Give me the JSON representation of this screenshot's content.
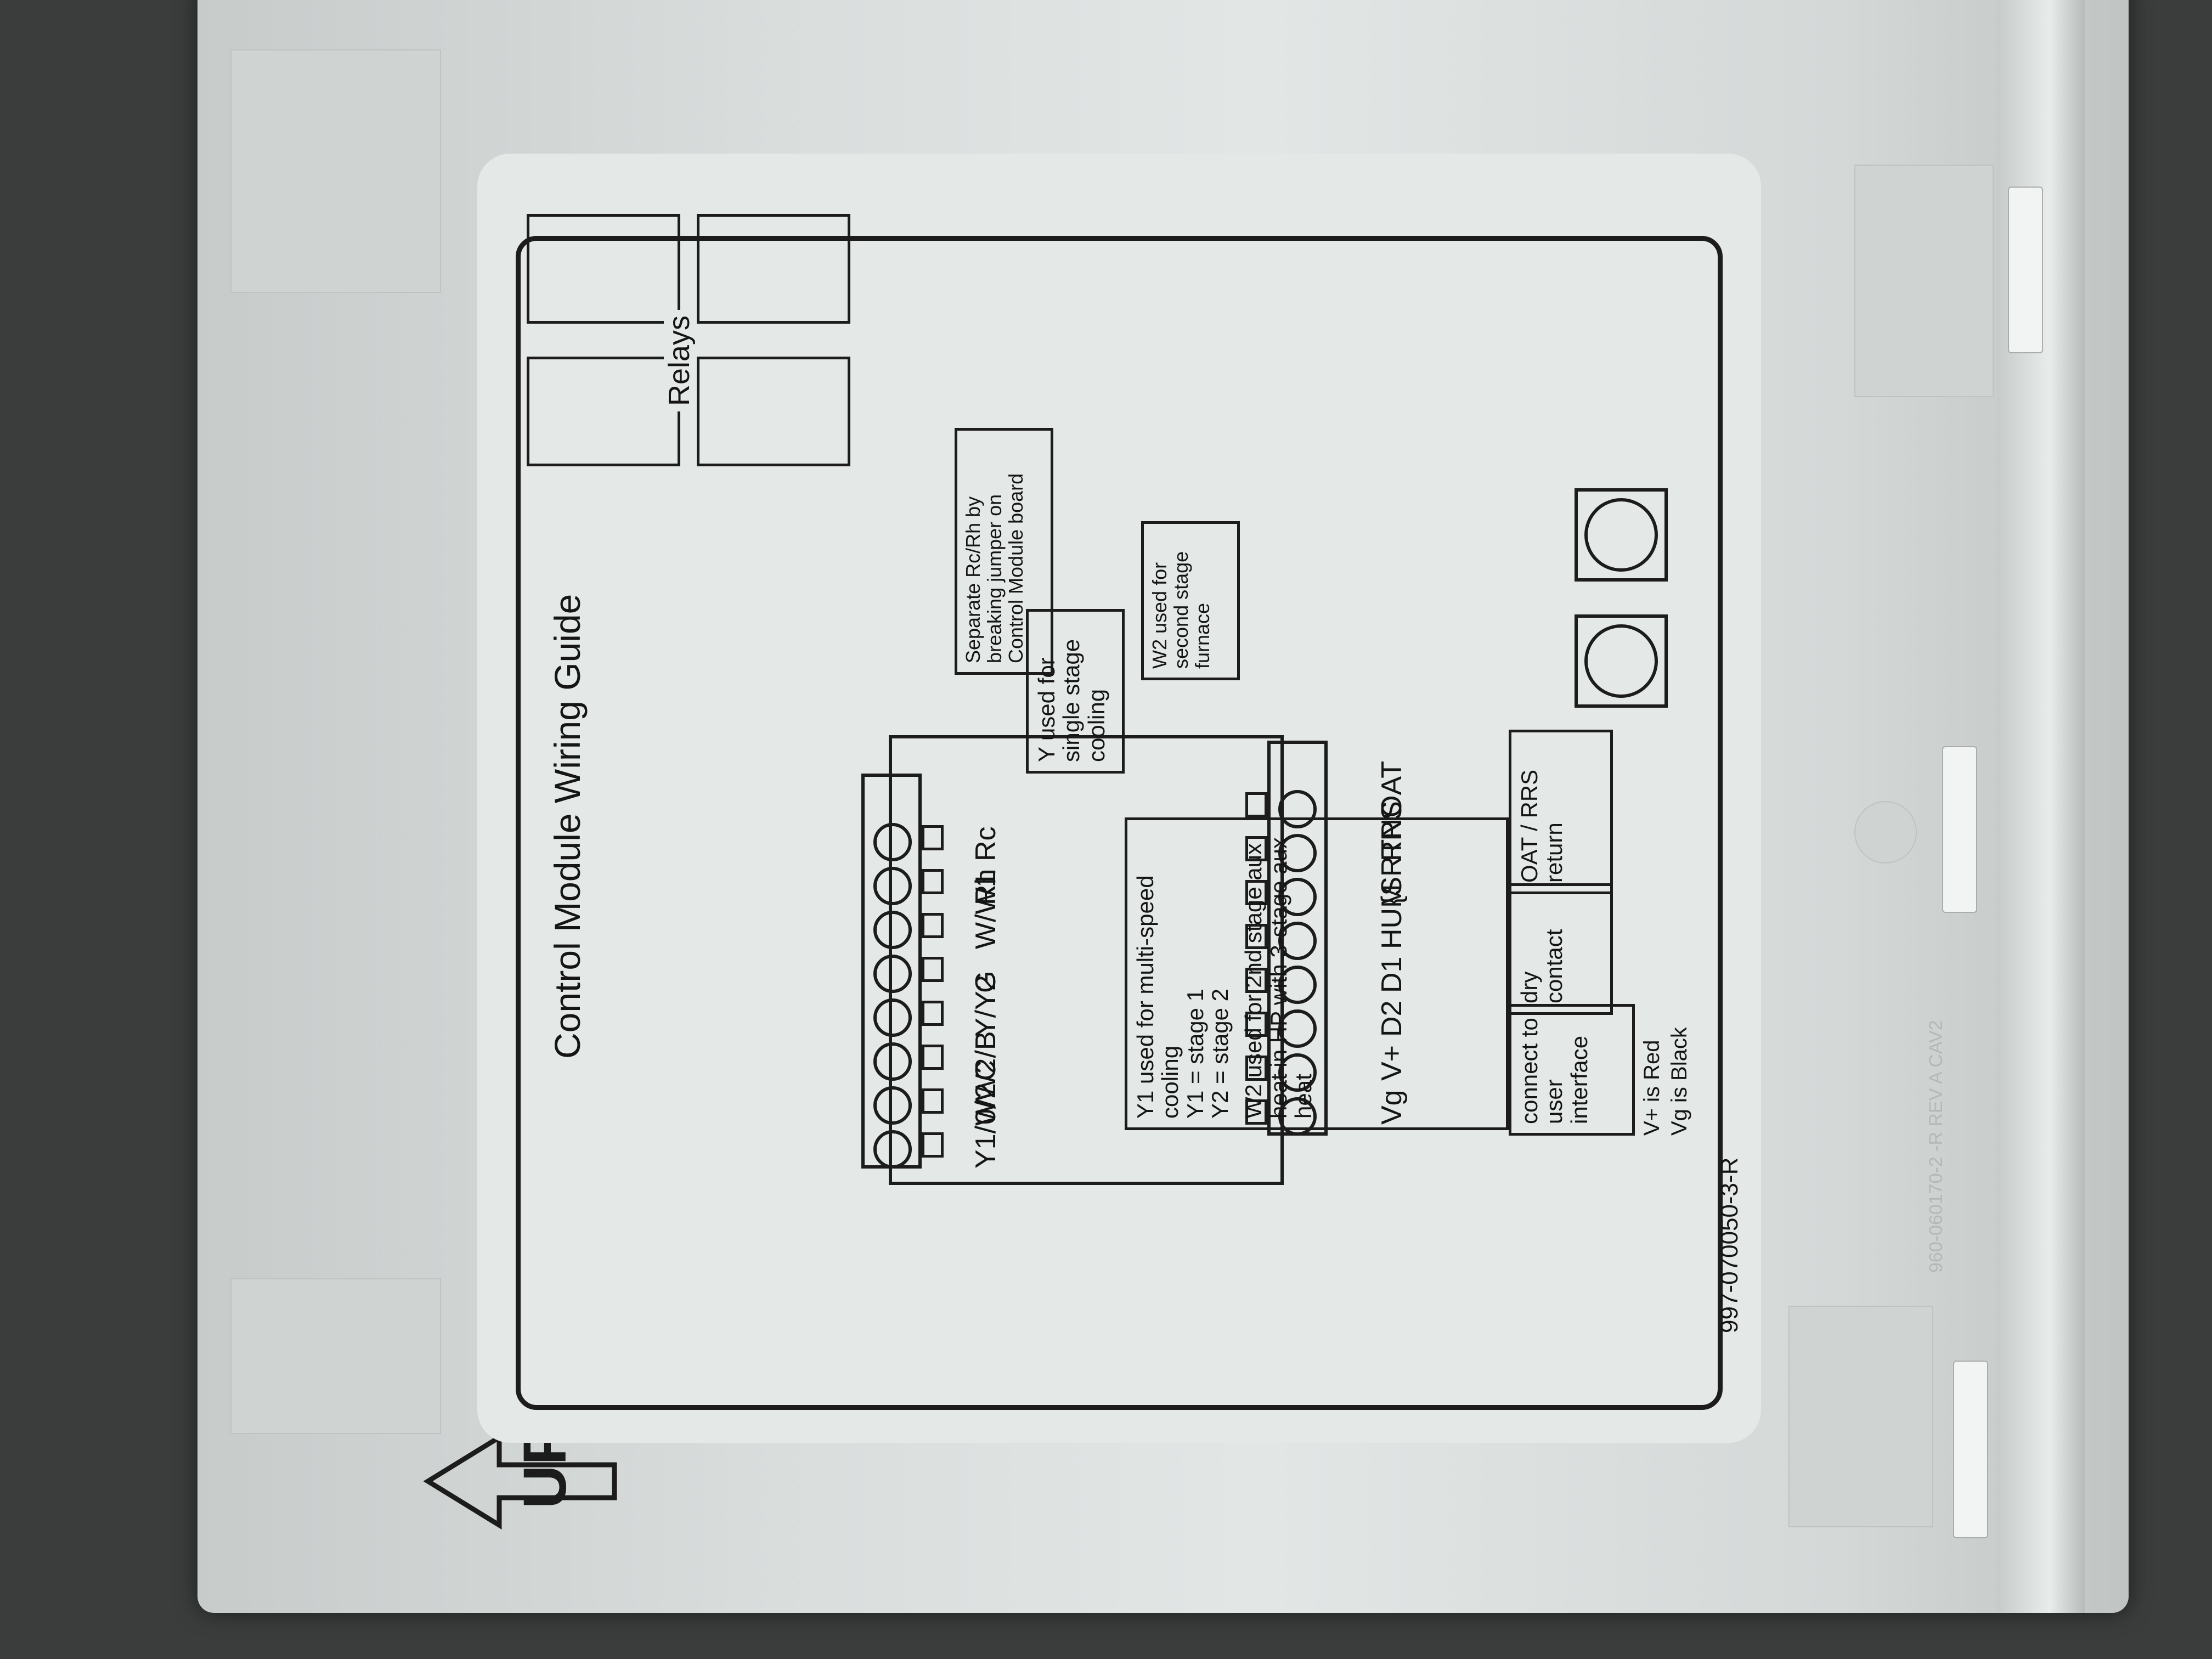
{
  "guide": {
    "title": "Control Module Wiring Guide",
    "relays_label": "Relays",
    "part_number": "997-070050-3-R",
    "right_terminals": [
      "Rc",
      "Rh",
      "W/W1",
      "G",
      "Y/Y2",
      "C",
      "0/W2/B",
      "Y1/W2"
    ],
    "left_terminals": [
      "OAT",
      "RRS",
      "{SRTN",
      "HUM",
      "D1",
      "D2",
      "V+",
      "Vg"
    ],
    "notes": {
      "rc_rh": "Separate Rc/Rh by breaking jumper on Control Module board",
      "y_single": "Y used for single stage cooling",
      "w2_second": "W2 used for second stage furnace",
      "y1_multi": "Y1 used for multi-speed cooling",
      "y1_stage1": "Y1 = stage 1",
      "y2_stage2": "Y2 = stage 2",
      "w2_aux": "W2 used for 2nd stage aux heat in HP with 3-stage aux heat",
      "oat_rrs": "OAT / RRS",
      "return": "return",
      "dry": "dry",
      "contact": "contact",
      "connect": "connect to user interface",
      "v_red": "V+ is Red",
      "vg_black": "Vg is Black"
    }
  },
  "housing": {
    "up_label": "UP",
    "mold_code": "960-060170-2 -R REV A CAV2"
  }
}
